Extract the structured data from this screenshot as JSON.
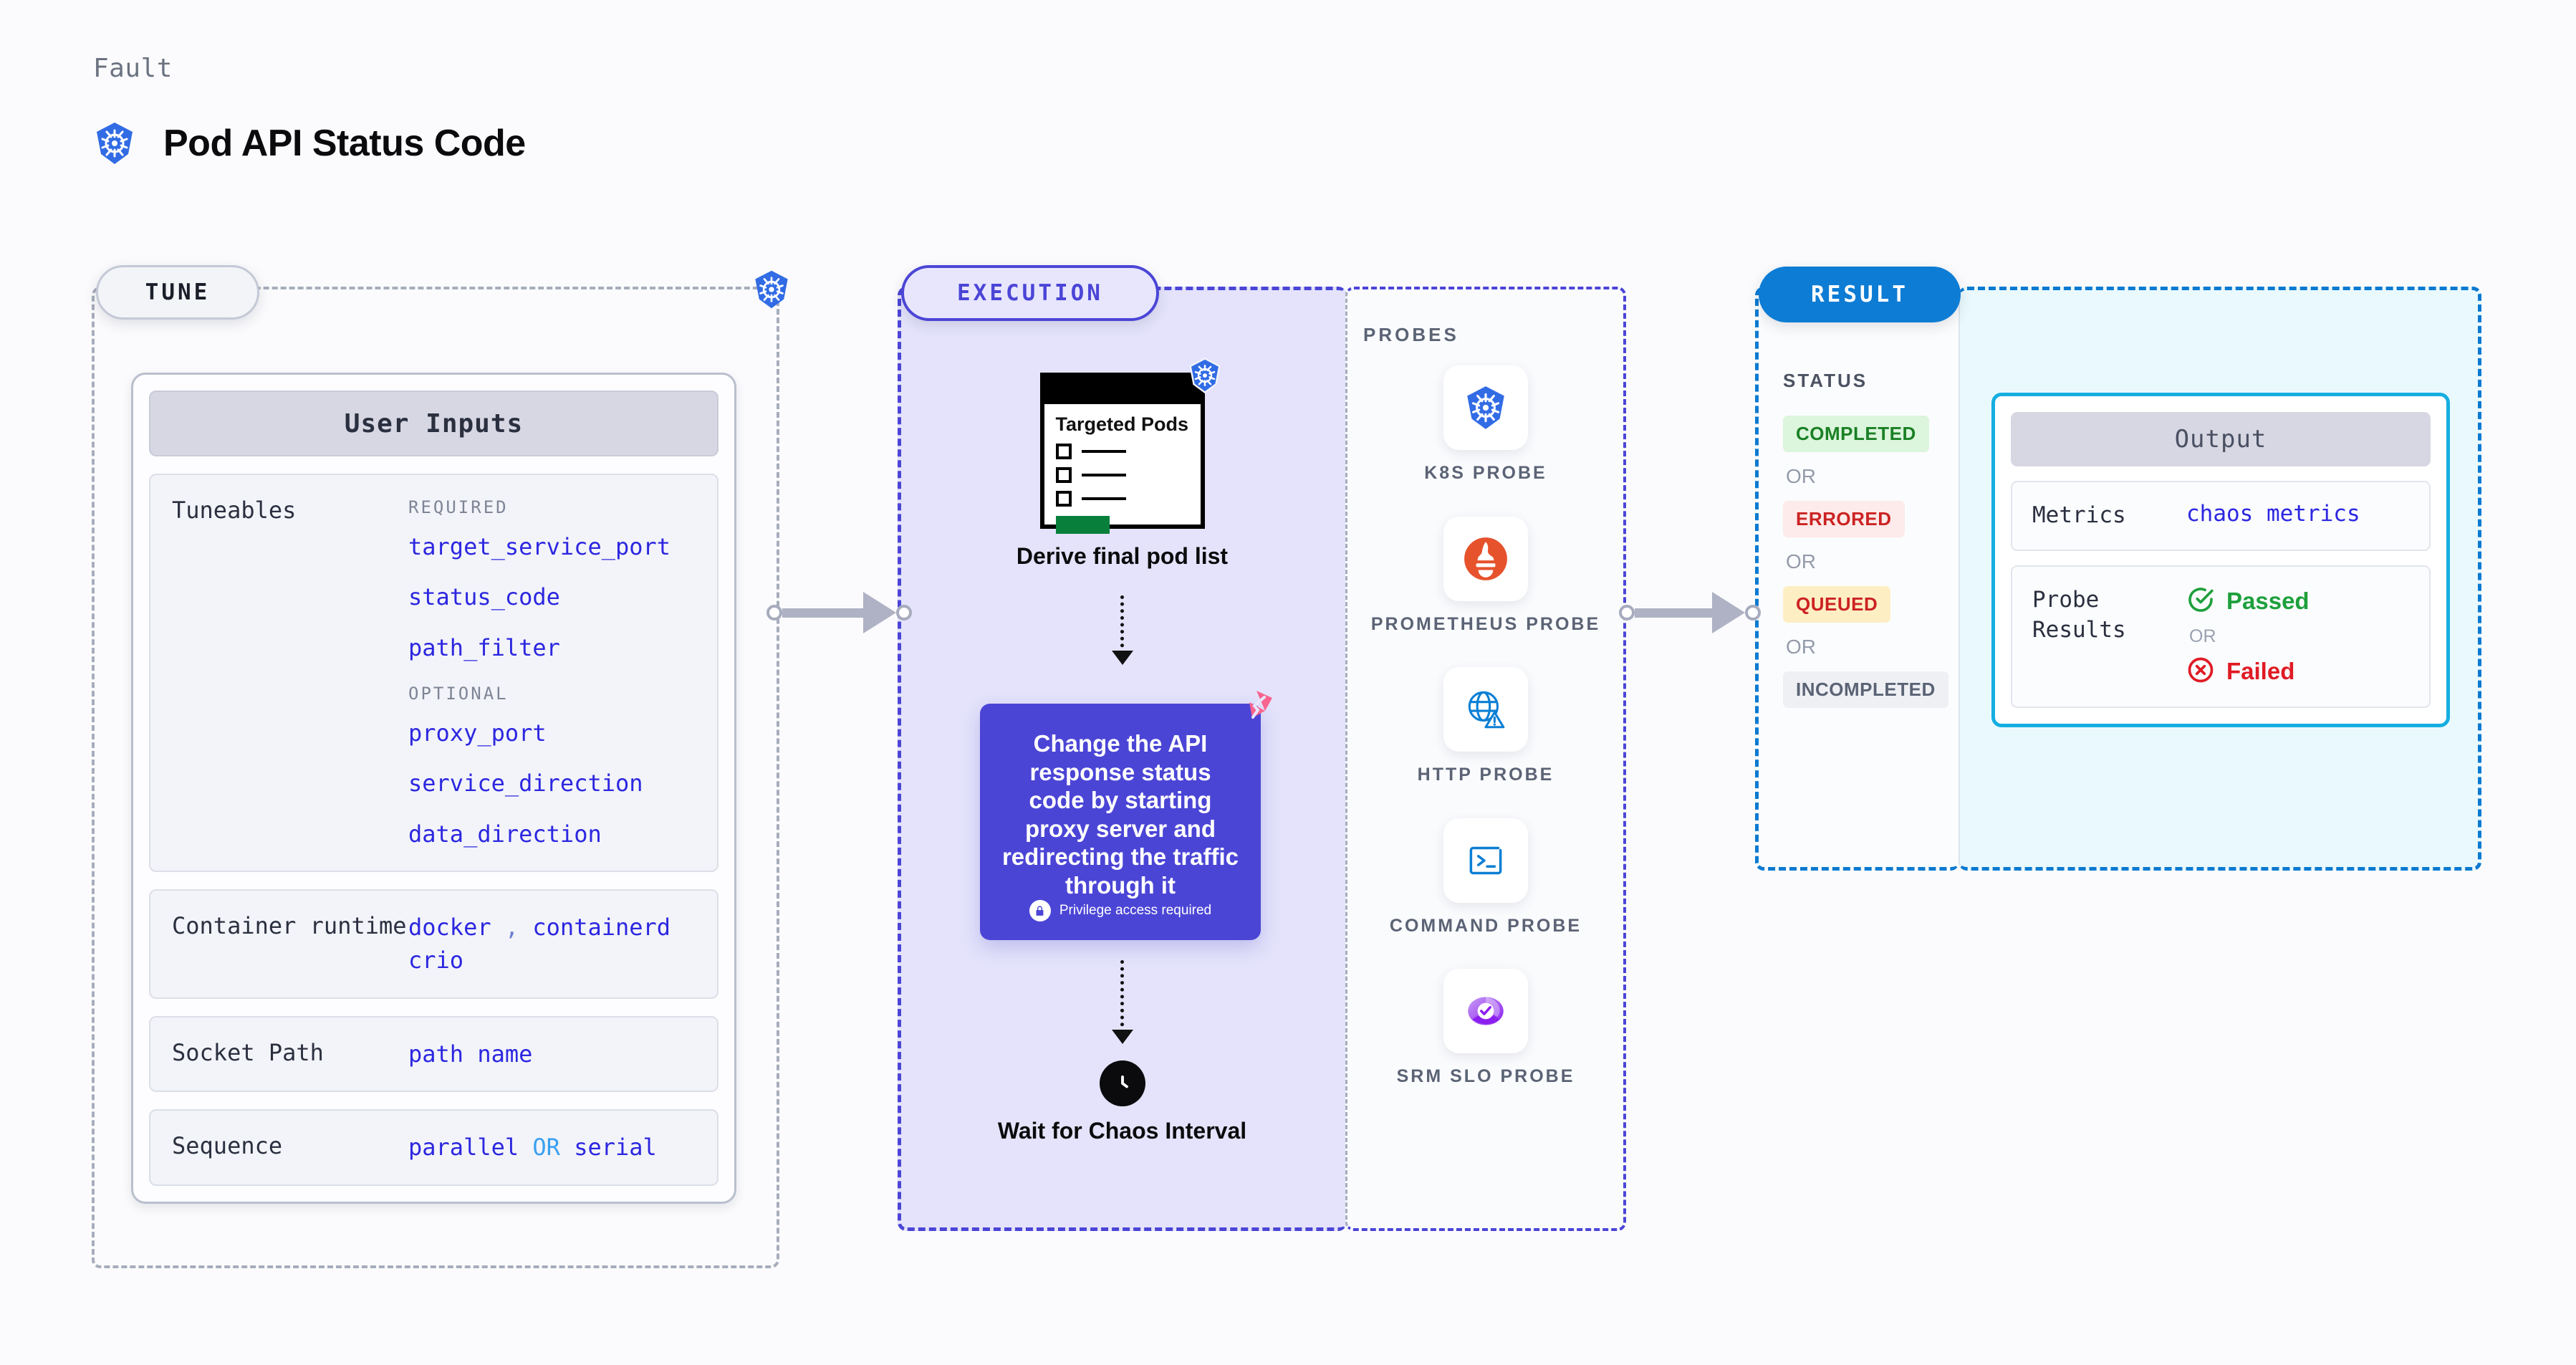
{
  "header": {
    "eyebrow": "Fault",
    "title": "Pod API Status Code",
    "icon": "kubernetes-icon"
  },
  "sections": {
    "tune": {
      "pill": "TUNE"
    },
    "execution": {
      "pill": "EXECUTION"
    },
    "probes": {
      "title": "PROBES"
    },
    "result": {
      "pill": "RESULT",
      "status_title": "STATUS"
    }
  },
  "user_inputs": {
    "card_title": "User Inputs",
    "tuneables": {
      "label": "Tuneables",
      "required_label": "REQUIRED",
      "required": [
        "target_service_port",
        "status_code",
        "path_filter"
      ],
      "optional_label": "OPTIONAL",
      "optional": [
        "proxy_port",
        "service_direction",
        "data_direction"
      ]
    },
    "container_runtime": {
      "label": "Container runtime",
      "values": [
        "docker",
        "containerd",
        "crio"
      ],
      "separator": ","
    },
    "socket_path": {
      "label": "Socket Path",
      "value": "path name"
    },
    "sequence": {
      "label": "Sequence",
      "value_a": "parallel",
      "keyword": "OR",
      "value_b": "serial"
    }
  },
  "execution": {
    "pods_card": {
      "title": "Targeted Pods",
      "badge_icon": "kubernetes-icon",
      "rows": 3
    },
    "derive_caption": "Derive final pod list",
    "action": {
      "text": "Change the API response status code by starting proxy server and redirecting the traffic through it",
      "privilege_note": "Privilege access required",
      "privilege_icon": "lock-icon",
      "corner_icon": "harness-icon",
      "color": "#4B45D6"
    },
    "wait": {
      "caption": "Wait for Chaos Interval",
      "icon": "clock-icon"
    }
  },
  "probes": [
    {
      "name": "K8S PROBE",
      "icon": "kubernetes-icon"
    },
    {
      "name": "PROMETHEUS PROBE",
      "icon": "prometheus-icon"
    },
    {
      "name": "HTTP PROBE",
      "icon": "globe-warning-icon"
    },
    {
      "name": "COMMAND PROBE",
      "icon": "terminal-icon"
    },
    {
      "name": "SRM SLO PROBE",
      "icon": "srm-slo-icon"
    }
  ],
  "result": {
    "statuses": [
      {
        "label": "COMPLETED",
        "color": "#1A8025",
        "bg": "#DCF5DD"
      },
      {
        "label": "ERRORED",
        "color": "#CC2222",
        "bg": "#FDEAEA"
      },
      {
        "label": "QUEUED",
        "color": "#CC2222",
        "bg": "#FDEEC4"
      },
      {
        "label": "INCOMPLETED",
        "color": "#5B6375",
        "bg": "#EEF0F4"
      }
    ],
    "or_label": "OR",
    "output": {
      "card_title": "Output",
      "metrics": {
        "label": "Metrics",
        "value": "chaos metrics"
      },
      "probe_results": {
        "label": "Probe Results",
        "passed": "Passed",
        "or_label": "OR",
        "failed": "Failed",
        "passed_icon": "check-circle-icon",
        "failed_icon": "x-circle-icon"
      }
    }
  }
}
